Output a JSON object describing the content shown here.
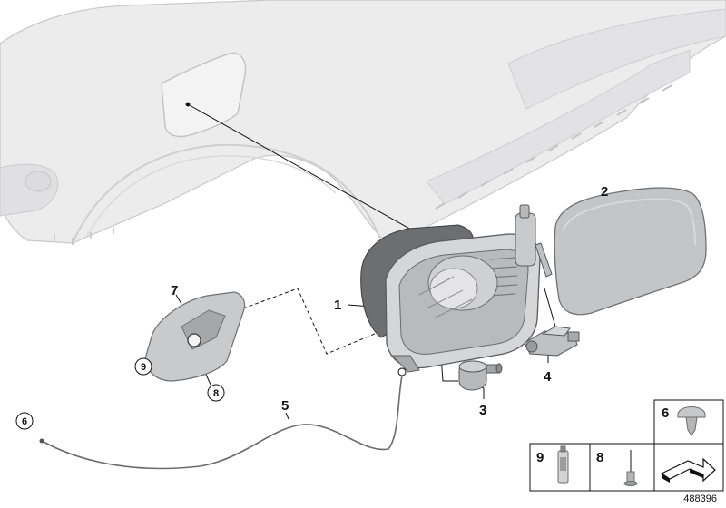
{
  "callouts": {
    "c1": "1",
    "c2": "2",
    "c3": "3",
    "c4": "4",
    "c5": "5",
    "c6": "6",
    "c7": "7",
    "c8": "8",
    "c9": "9"
  },
  "legend": {
    "box6": "6",
    "box9": "9",
    "box8": "8"
  },
  "diagram_id": "488396",
  "colors": {
    "body_fill": "#e9e9ea",
    "body_stroke": "#c9c9cb",
    "part_fill": "#c4c5c7",
    "part_dark": "#6d6e70",
    "line": "#111111"
  }
}
